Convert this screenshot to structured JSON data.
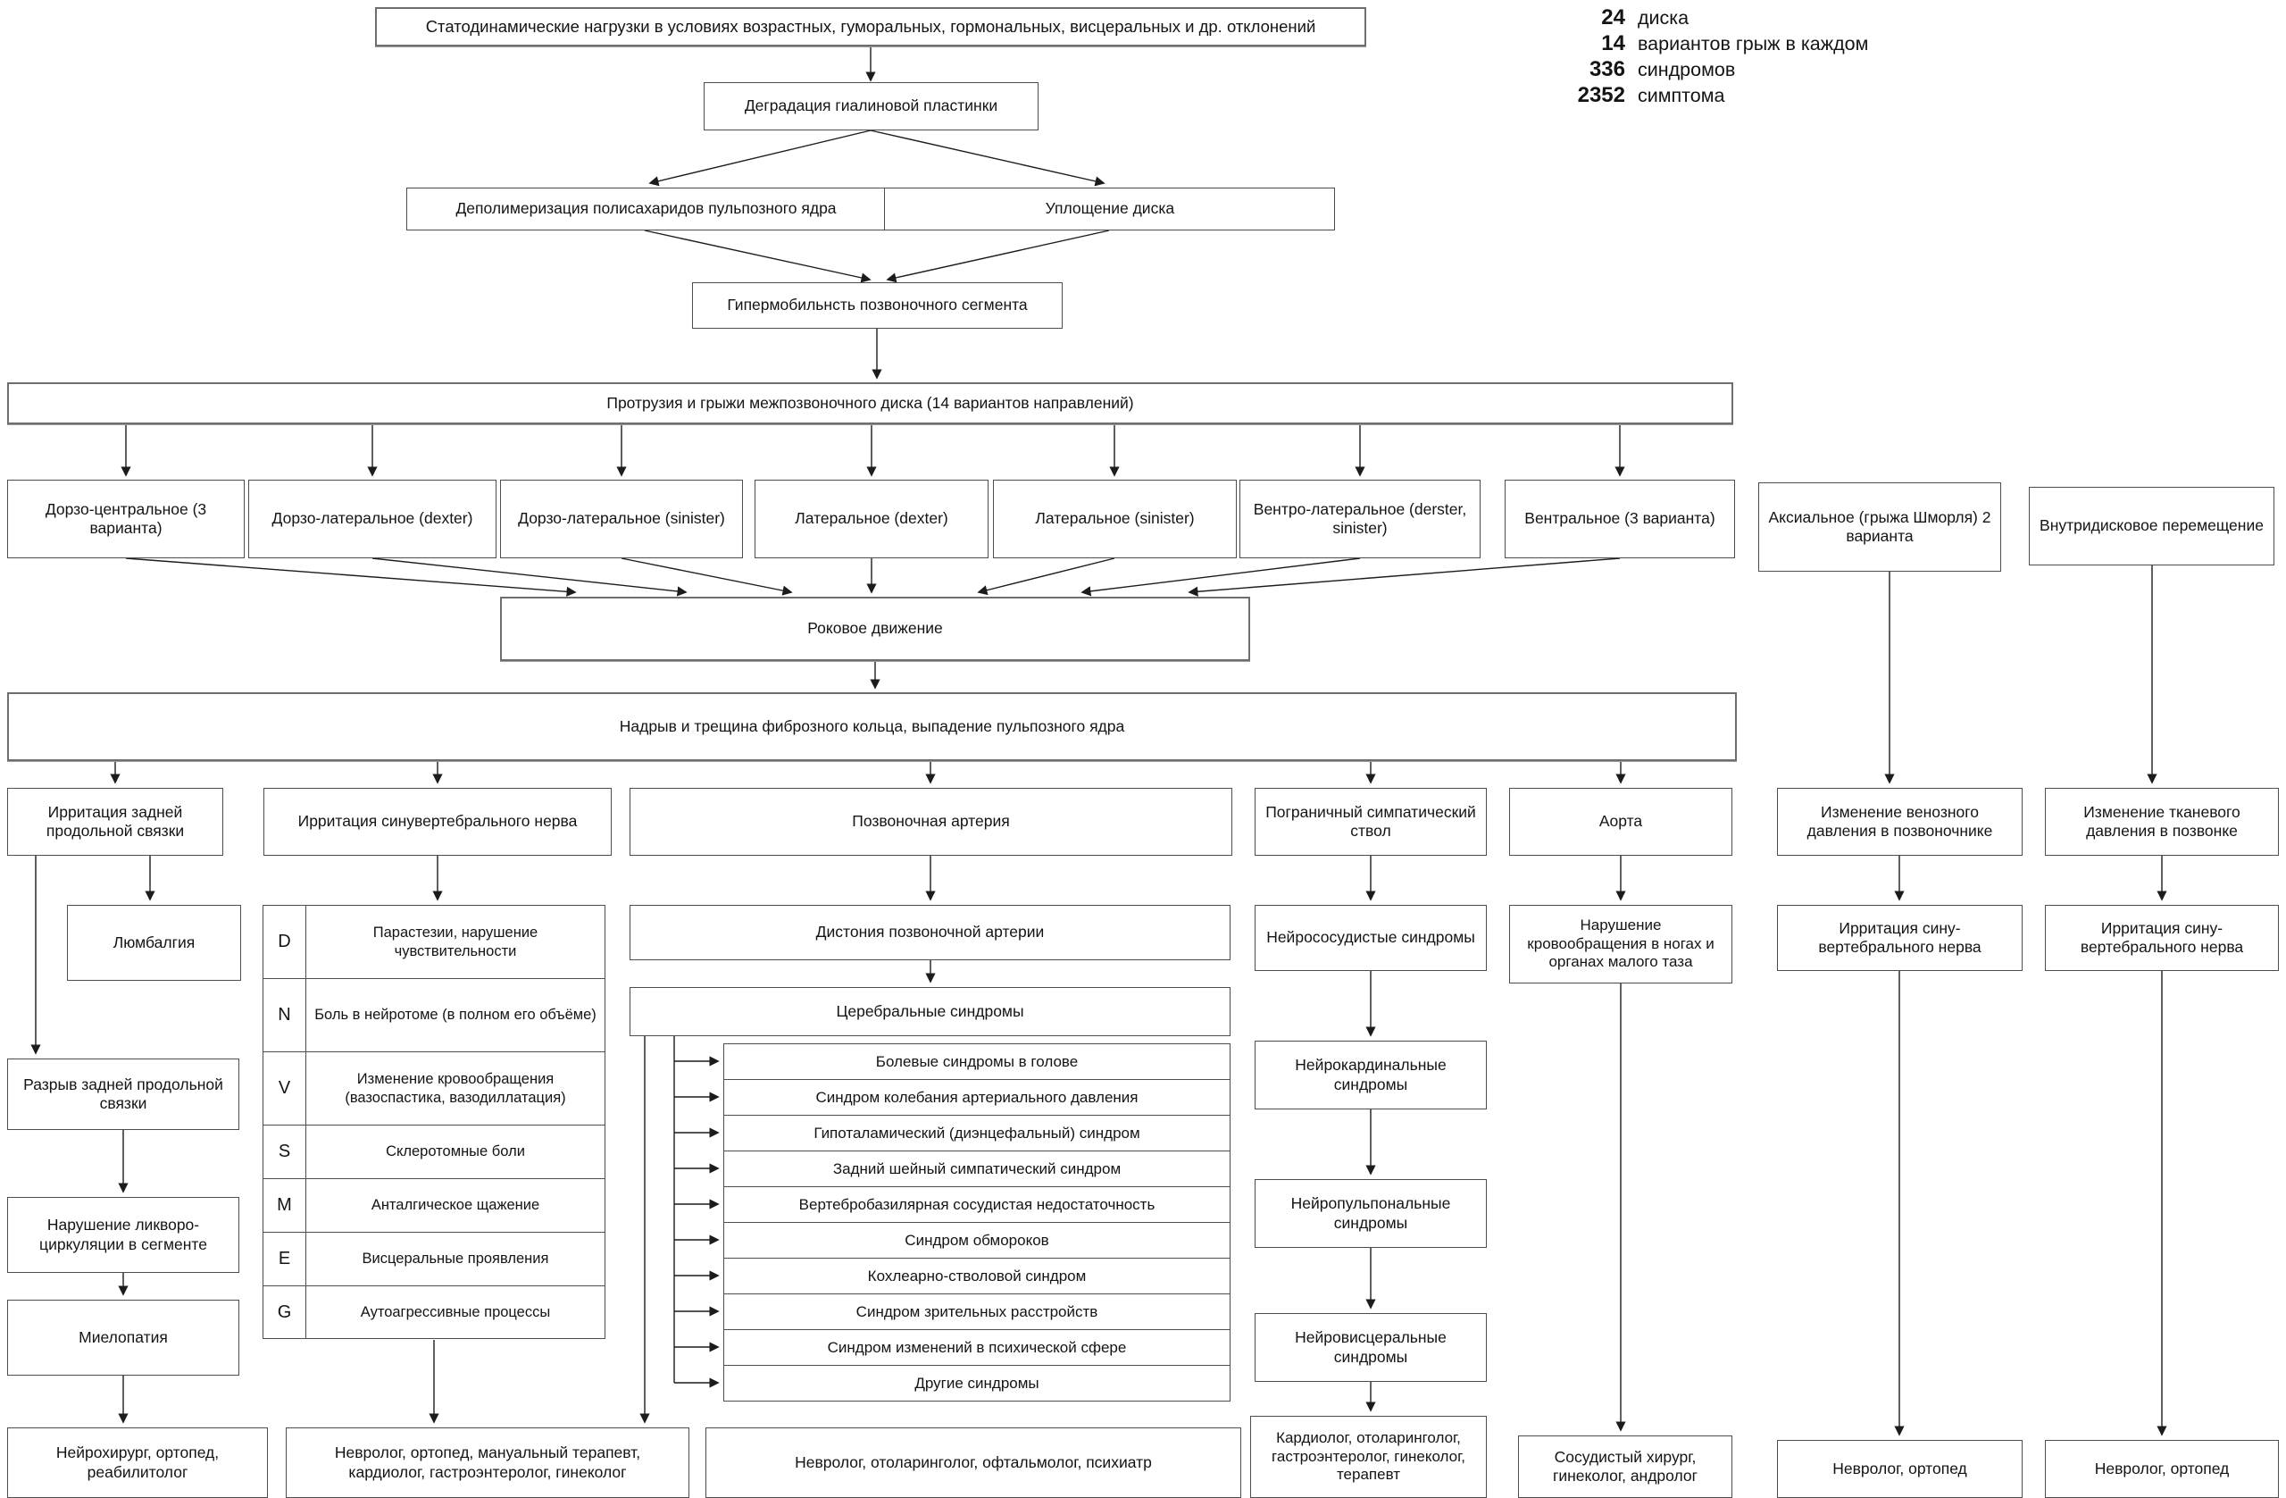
{
  "stats": {
    "rows": [
      {
        "value": "24",
        "label": "диска"
      },
      {
        "value": "14",
        "label": "вариантов грыж в каждом"
      },
      {
        "value": "336",
        "label": "синдромов"
      },
      {
        "value": "2352",
        "label": "симптома"
      }
    ]
  },
  "flow": {
    "top_banner": "Статодинамические нагрузки в условиях возрастных, гуморальных, гормональных, висцеральных и др. отклонений",
    "degradation": "Деградация гиалиновой пластинки",
    "depolymerization": "Деполимеризация полисахаридов пульпозного ядра",
    "flattening": "Уплощение диска",
    "hypermobility": "Гипермобильнсть позвоночного сегмента",
    "protrusion": "Протрузия и грыжи межпозвоночного диска (14 вариантов направлений)",
    "fatal_movement": "Роковое движение",
    "annulus_rupture": "Надрыв и трещина фиброзного кольца, выпадение пульпозного ядра"
  },
  "variants": {
    "dorso_central": "Дорзо-центральное (3 варианта)",
    "dorso_lateral_dexter": "Дорзо-латеральное (dexter)",
    "dorso_lateral_sinister": "Дорзо-латеральное (sinister)",
    "lateral_dexter": "Латеральное (dexter)",
    "lateral_sinister": "Латеральное (sinister)",
    "ventro_lateral": "Вентро-латеральное (derster, sinister)",
    "ventral": "Вентральное (3 варианта)",
    "axial": "Аксиальное (грыжа Шморля) 2 варианта",
    "intradiscal": "Внутридисковое перемещение"
  },
  "row3": {
    "irritation_posterior_ligament": "Ирритация задней продольной связки",
    "irritation_sinuvertebral": "Ирритация синувертебрального нерва",
    "vertebral_artery": "Позвоночная артерия",
    "border_sympathetic_trunk": "Пограничный симпатический ствол",
    "aorta": "Аорта",
    "venous_pressure": "Изменение венозного давления в позвоночнике",
    "tissue_pressure": "Изменение тканевого давления в позвонке"
  },
  "left_chain": {
    "lumbalgia": "Люмбалгия",
    "ligament_rupture": "Разрыв задней продольной связки",
    "liquor_disturbance": "Нарушение ликворо-циркуляции в сегменте",
    "myelopathy": "Миелопатия"
  },
  "dnvsmeg": [
    {
      "letter": "D",
      "text": "Парастезии, нарушение чувствительности"
    },
    {
      "letter": "N",
      "text": "Боль в нейротоме (в полном его объёме)"
    },
    {
      "letter": "V",
      "text": "Изменение кровообращения (вазоспастика, вазодиллатация)"
    },
    {
      "letter": "S",
      "text": "Склеротомные боли"
    },
    {
      "letter": "M",
      "text": "Анталгическое щажение"
    },
    {
      "letter": "E",
      "text": "Висцеральные проявления"
    },
    {
      "letter": "G",
      "text": "Аутоагрессивные процессы"
    }
  ],
  "artery_chain": {
    "dystonia": "Дистония позвоночной артерии",
    "cerebral": "Церебральные синдромы",
    "syndromes": [
      "Болевые синдромы в голове",
      "Синдром колебания артериального давления",
      "Гипоталамический (диэнцефальный) синдром",
      "Задний шейный симпатический синдром",
      "Вертебробазилярная сосудистая недостаточность",
      "Синдром обмороков",
      "Кохлеарно-стволовой синдром",
      "Синдром зрительных расстройств",
      "Синдром изменений в психической сфере",
      "Другие синдромы"
    ]
  },
  "sympathetic_chain": {
    "neurovascular": "Нейрососудистые синдромы",
    "neurocardinal": "Нейрокардинальные синдромы",
    "neuropulponal": "Нейропульпональные синдромы",
    "neurovisceral": "Нейровисцеральные синдромы"
  },
  "aorta_chain": {
    "circulation": "Нарушение кровообращения в ногах и органах малого таза"
  },
  "venous_chain": {
    "sinuvertebral_irritation": "Ирритация сину-вертебрального нерва"
  },
  "tissue_chain": {
    "sinuvertebral_irritation": "Ирритация сину-вертебрального нерва"
  },
  "specialists": [
    "Нейрохирург, ортопед, реабилитолог",
    "Невролог, ортопед, мануальный терапевт, кардиолог, гастроэнтеролог, гинеколог",
    "Невролог, отоларинголог, офтальмолог, психиатр",
    "Кардиолог, отоларинголог, гастроэнтеролог, гинеколог, терапевт",
    "Сосудистый хирург, гинеколог, андролог",
    "Невролог, ортопед",
    "Невролог, ортопед"
  ]
}
